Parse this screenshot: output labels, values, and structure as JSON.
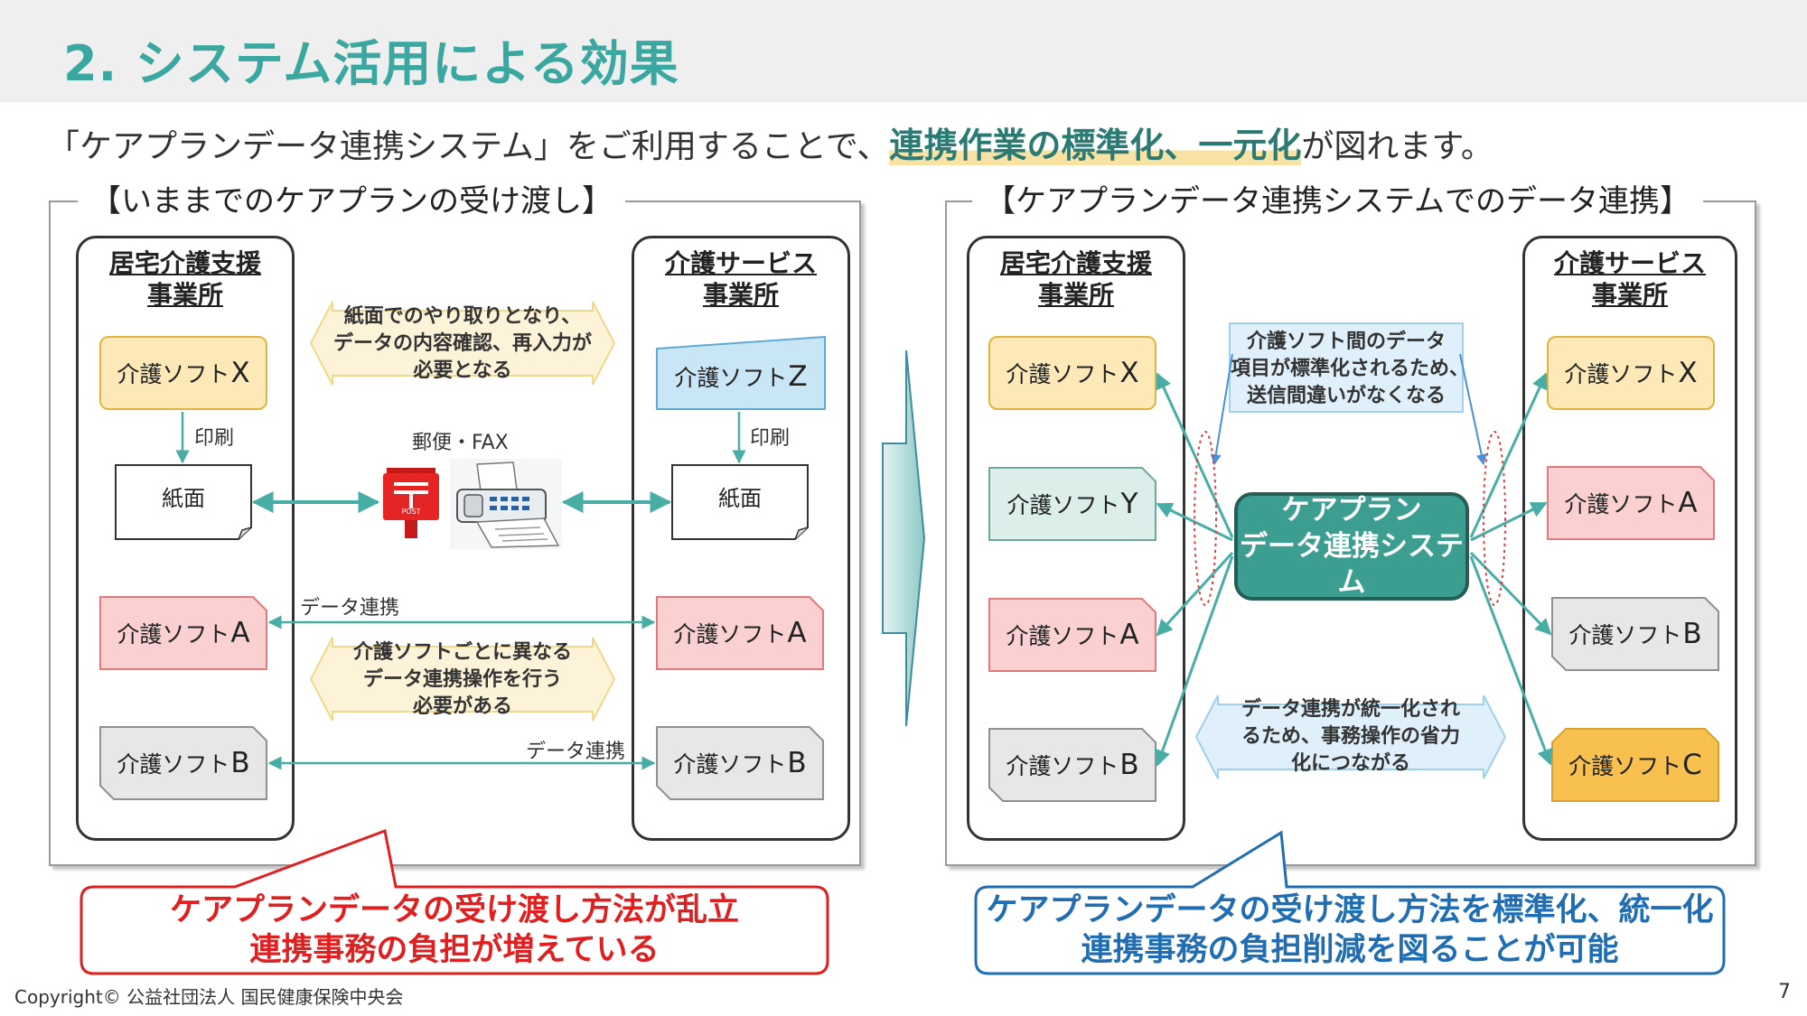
{
  "slide": {
    "title": "2. システム活用による効果",
    "subtitle_pre": "「ケアプランデータ連携システム」をご利用することで、",
    "subtitle_highlight": "連携作業の標準化、一元化",
    "subtitle_post": "が図れます。",
    "copyright": "Copyright© 公益社団法人 国民健康保険中央会",
    "page_number": "7"
  },
  "colors": {
    "teal_title": "#3aa8a0",
    "soft_x": "#fde9b8",
    "soft_y": "#dceeea",
    "soft_z": "#c9e6f7",
    "soft_a": "#fbd0d1",
    "soft_b": "#e7e7e7",
    "soft_c": "#f7c04f",
    "core": "#3b9e90",
    "red": "#e02020",
    "blue": "#1f6db2"
  },
  "left_panel": {
    "title": "【いままでのケアプランの受け渡し】",
    "home_office": {
      "line1": "居宅介護支援",
      "line2": "事業所"
    },
    "service_office": {
      "line1": "介護サービス",
      "line2": "事業所"
    },
    "soft_x": {
      "label": "介護ソフト",
      "letter": "X"
    },
    "soft_z": {
      "label": "介護ソフト",
      "letter": "Z"
    },
    "soft_a_left": {
      "label": "介護ソフト ",
      "letter": "A"
    },
    "soft_a_right": {
      "label": "介護ソフト ",
      "letter": "A"
    },
    "soft_b_left": {
      "label": "介護ソフト",
      "letter": "B"
    },
    "soft_b_right": {
      "label": "介護ソフト",
      "letter": "B"
    },
    "print_left": "印刷",
    "print_right": "印刷",
    "paper_left": "紙面",
    "paper_right": "紙面",
    "mail_fax": "郵便・FAX",
    "post_label": "POST",
    "data_link_a": "データ連携",
    "data_link_b": "データ連携",
    "note_top": {
      "line1": "紙面でのやり取りとなり、",
      "line2": "データの内容確認、再入力が",
      "line3": "必要となる"
    },
    "note_bottom": {
      "line1": "介護ソフトごとに異なる",
      "line2": "データ連携操作を行う",
      "line3": "必要がある"
    }
  },
  "right_panel": {
    "title": "【ケアプランデータ連携システムでのデータ連携】",
    "home_office": {
      "line1": "居宅介護支援",
      "line2": "事業所"
    },
    "service_office": {
      "line1": "介護サービス",
      "line2": "事業所"
    },
    "left_x": {
      "label": "介護ソフト",
      "letter": "X"
    },
    "left_y": {
      "label": "介護ソフト",
      "letter": "Y"
    },
    "left_a": {
      "label": "介護ソフト ",
      "letter": "A"
    },
    "left_b": {
      "label": "介護ソフト ",
      "letter": "B"
    },
    "right_x": {
      "label": "介護ソフト",
      "letter": "X"
    },
    "right_a": {
      "label": "介護ソフト ",
      "letter": "A"
    },
    "right_b": {
      "label": "介護ソフト ",
      "letter": "B"
    },
    "right_c": {
      "label": "介護ソフト",
      "letter": "C"
    },
    "core": {
      "line1": "ケアプラン",
      "line2": "データ連携システム"
    },
    "note_top": {
      "line1": "介護ソフト間のデータ",
      "line2": "項目が標準化されるため、",
      "line3": "送信間違いがなくなる"
    },
    "note_bottom": {
      "line1": "データ連携が統一化され",
      "line2": "るため、事務操作の省力",
      "line3": "化につながる"
    }
  },
  "callouts": {
    "left": {
      "line1": "ケアプランデータの受け渡し方法が乱立",
      "line2": "連携事務の負担が増えている"
    },
    "right": {
      "line1": "ケアプランデータの受け渡し方法を標準化、統一化",
      "line2": "連携事務の負担削減を図ることが可能"
    }
  }
}
